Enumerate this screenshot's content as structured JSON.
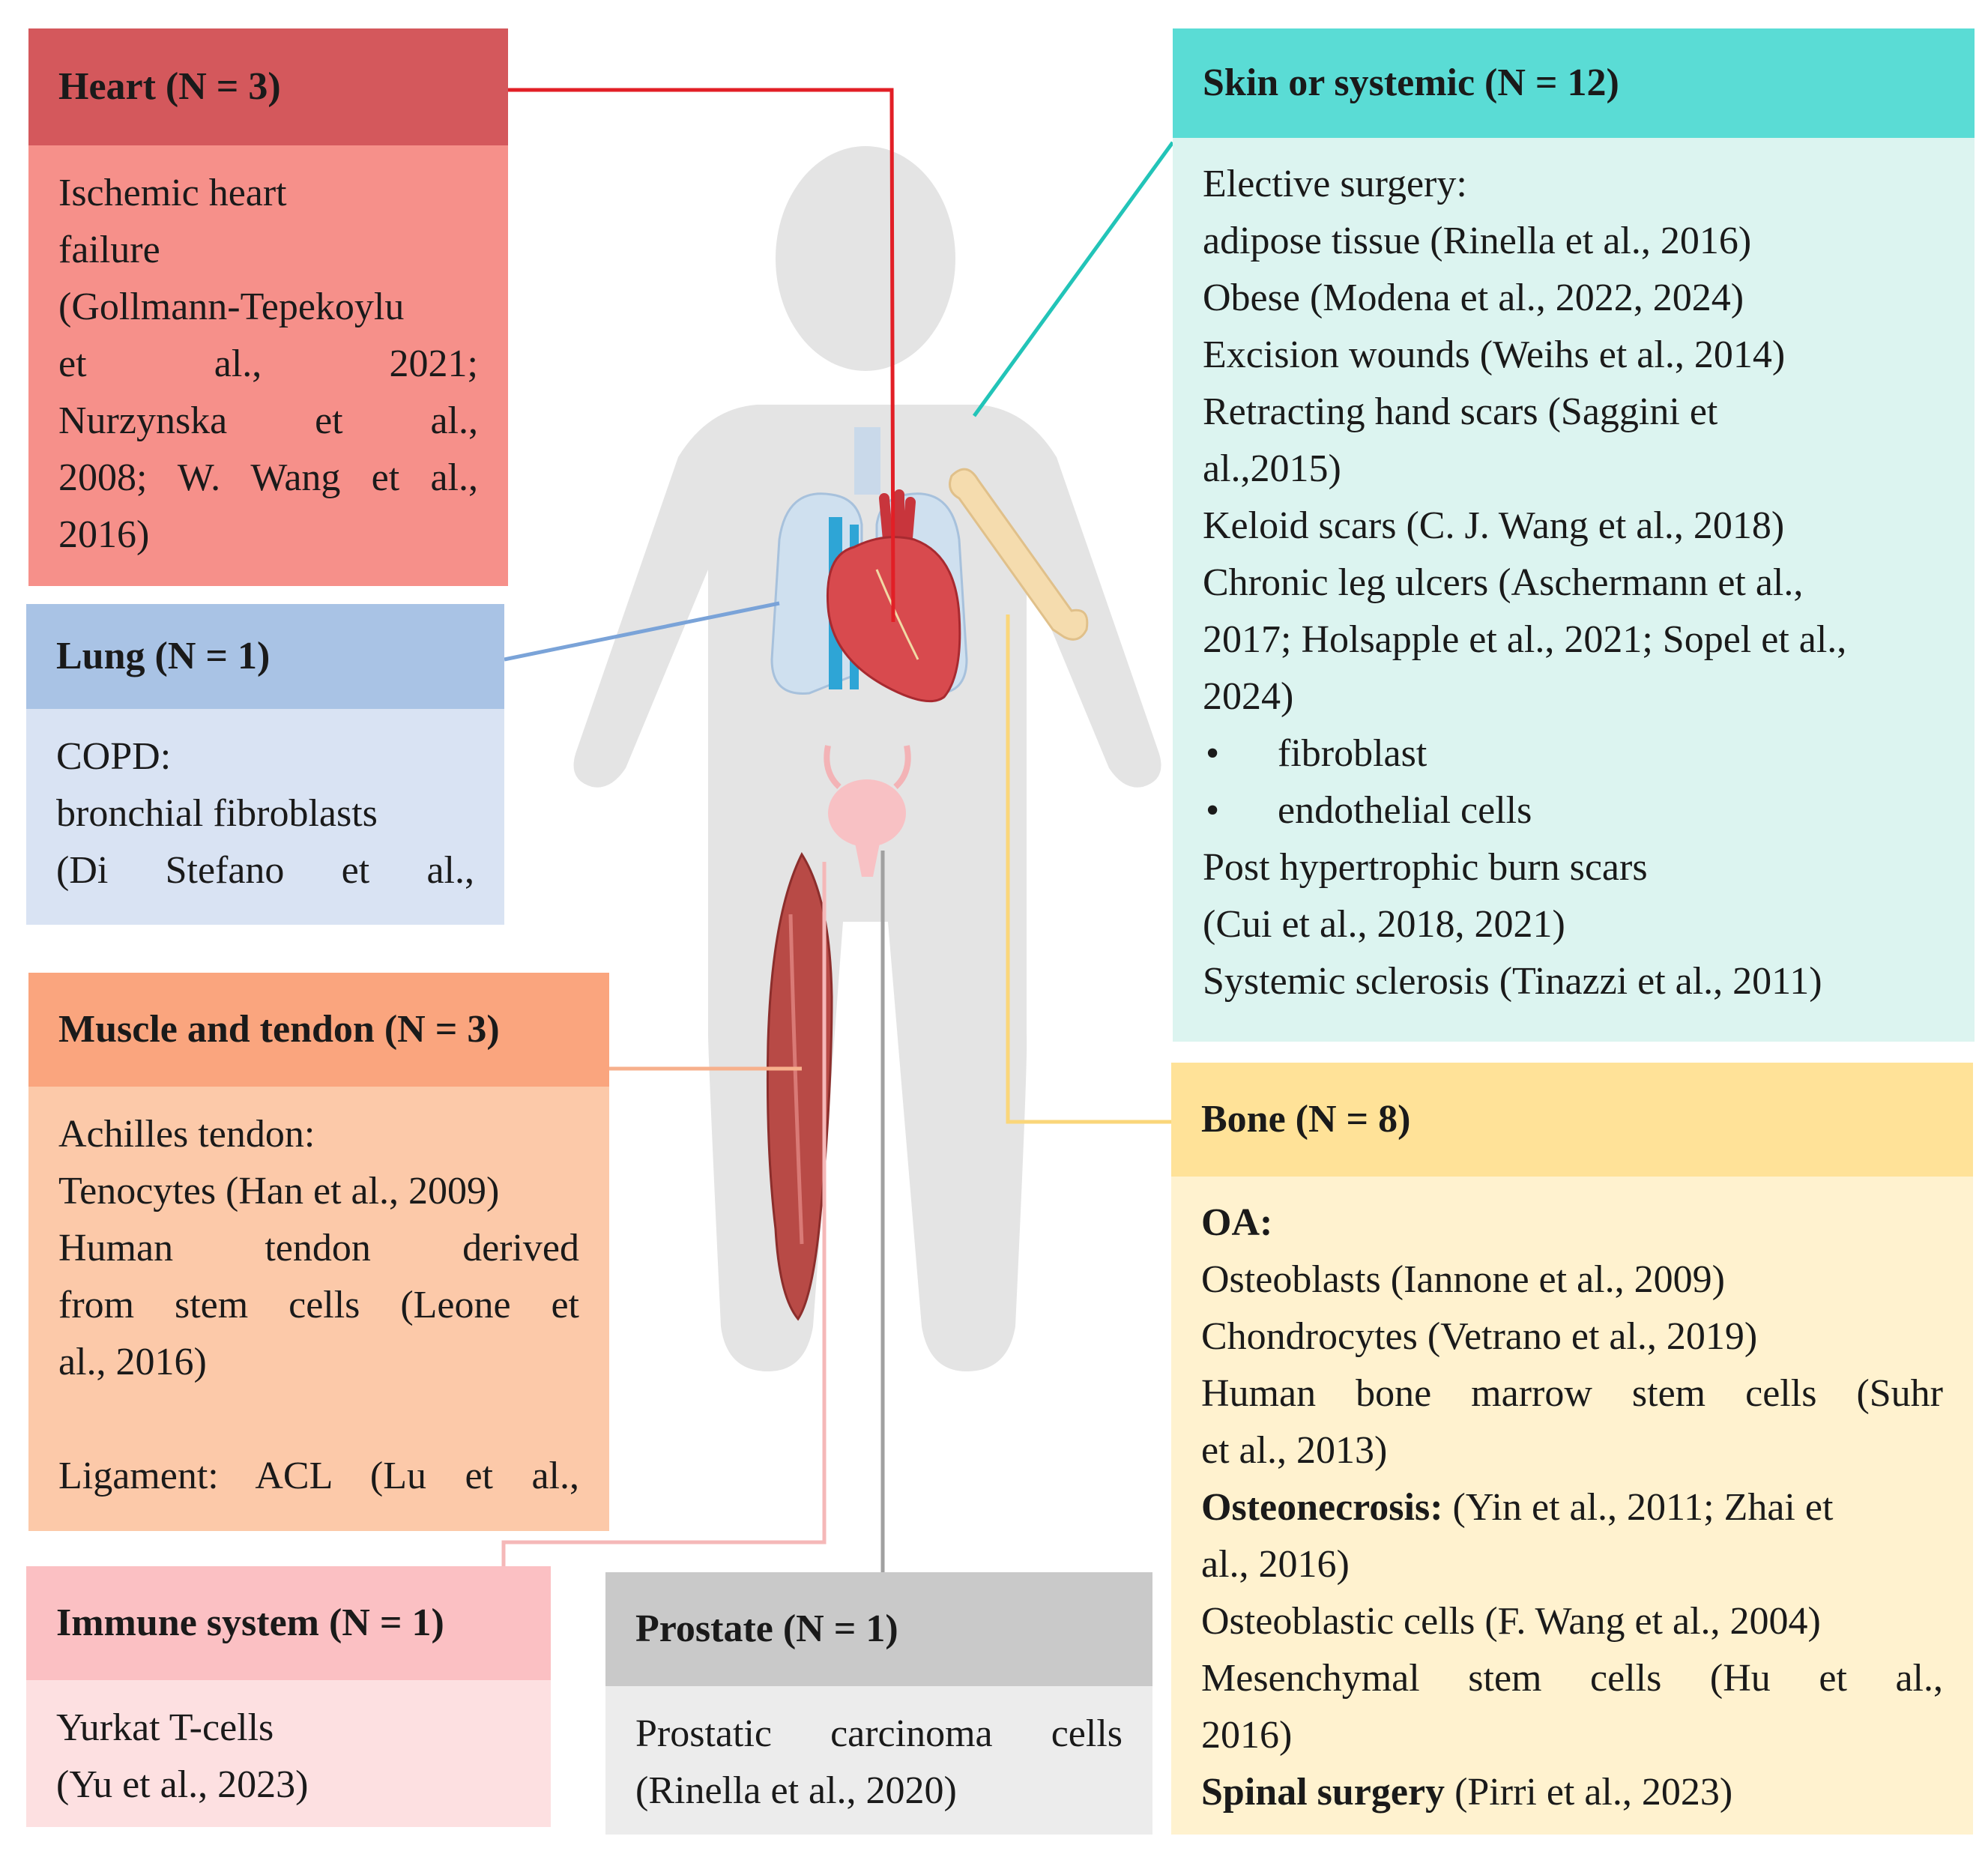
{
  "colors": {
    "heart_header": "#d4585c",
    "heart_body": "#f6908a",
    "heart_line": "#e21f26",
    "lung_header": "#a9c3e5",
    "lung_body": "#d9e3f3",
    "lung_line": "#7aa3d8",
    "muscle_header": "#faa57e",
    "muscle_body": "#fcc9a9",
    "muscle_line": "#f7b08c",
    "immune_header": "#fbc0c3",
    "immune_body": "#fde0e1",
    "immune_line": "#f5b8b8",
    "prostate_header": "#c9c9c9",
    "prostate_body": "#ececec",
    "prostate_line": "#a0a0a0",
    "skin_header": "#5adcd5",
    "skin_body": "#dcf4f0",
    "skin_line": "#22c4b8",
    "bone_header": "#ffe298",
    "bone_body": "#fff2cf",
    "bone_line": "#fad67a",
    "silhouette": "#e4e4e4"
  },
  "heart": {
    "title": "Heart (N = 3)",
    "lines": [
      "Ischemic heart",
      "failure",
      "(Gollmann-Tepekoylu",
      "et al., 2021;",
      "Nurzynska et al.,",
      "2008; W. Wang et al.,",
      "2016)"
    ]
  },
  "lung": {
    "title": "Lung (N = 1)",
    "lines": [
      "COPD:",
      "bronchial fibroblasts",
      "(Di Stefano et al.,"
    ]
  },
  "muscle": {
    "title": "Muscle and tendon (N = 3)",
    "lines": [
      "Achilles tendon:",
      "Tenocytes (Han et al., 2009)",
      "Human tendon derived",
      "from stem cells (Leone et",
      "al., 2016)",
      "",
      "Ligament: ACL (Lu et al.,"
    ]
  },
  "immune": {
    "title": "Immune system (N = 1)",
    "lines": [
      "Yurkat T-cells",
      "(Yu et al., 2023)"
    ]
  },
  "prostate": {
    "title": "Prostate (N = 1)",
    "lines": [
      "Prostatic carcinoma cells",
      "(Rinella et al., 2020)"
    ]
  },
  "skin": {
    "title": "Skin or systemic (N = 12)",
    "lines": [
      "Elective surgery:",
      "adipose tissue (Rinella et al., 2016)",
      "Obese (Modena et al., 2022, 2024)",
      "Excision wounds (Weihs et al., 2014)",
      "Retracting hand scars (Saggini et",
      "al.,2015)",
      "Keloid scars (C. J. Wang et al., 2018)",
      "Chronic leg ulcers (Aschermann et al.,",
      "2017; Holsapple et al., 2021; Sopel et al.,",
      "2024)"
    ],
    "bullets": [
      "fibroblast",
      "endothelial cells"
    ],
    "lines_after": [
      "Post hypertrophic burn scars",
      "(Cui et al., 2018, 2021)",
      "Systemic sclerosis (Tinazzi et al., 2011)"
    ]
  },
  "bone": {
    "title": "Bone (N = 8)",
    "oa_label": "OA:",
    "oa_lines": [
      "Osteoblasts (Iannone et al., 2009)",
      "Chondrocytes (Vetrano et al., 2019)",
      "Human bone marrow stem cells (Suhr",
      "et al., 2013)"
    ],
    "osteonecrosis_label": "Osteonecrosis:",
    "osteonecrosis_text": " (Yin et al., 2011; Zhai et",
    "osteonecrosis_cont": "al., 2016)",
    "more_lines": [
      "Osteoblastic cells (F. Wang et al., 2004)",
      "Mesenchymal stem cells (Hu et al.,",
      "2016)"
    ],
    "spinal_label": "Spinal surgery",
    "spinal_text": " (Pirri et al., 2023)"
  }
}
